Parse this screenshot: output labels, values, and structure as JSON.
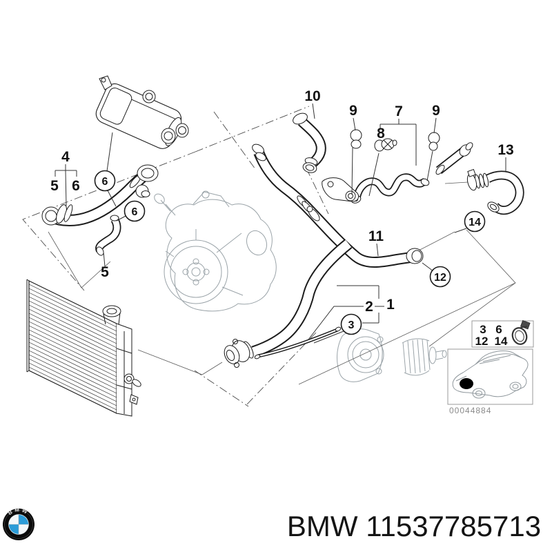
{
  "title": "BMW cooling system hose parts diagram",
  "callouts": {
    "c4": "4",
    "c5a": "5",
    "c6a": "6",
    "c6b": "6",
    "c6c": "6",
    "c5b": "5",
    "c10": "10",
    "c9a": "9",
    "c7": "7",
    "c8": "8",
    "c9b": "9",
    "c13": "13",
    "c14": "14",
    "c11": "11",
    "c12": "12",
    "c2": "2",
    "c1": "1",
    "c3": "3"
  },
  "legend": {
    "r1c1": "3",
    "r1c2": "6",
    "r2c1": "12",
    "r2c2": "14"
  },
  "locator": {
    "image_code": "00044884"
  },
  "footer": {
    "logo_text": "BMW",
    "part_label": "BMW 11537785713"
  },
  "colors": {
    "line": "#1c1c1c",
    "machine_gray": "#9aa3a8",
    "logo_blue": "#2b9cd8",
    "logo_black": "#0b0b0b",
    "code_gray": "#8a8a8a"
  }
}
